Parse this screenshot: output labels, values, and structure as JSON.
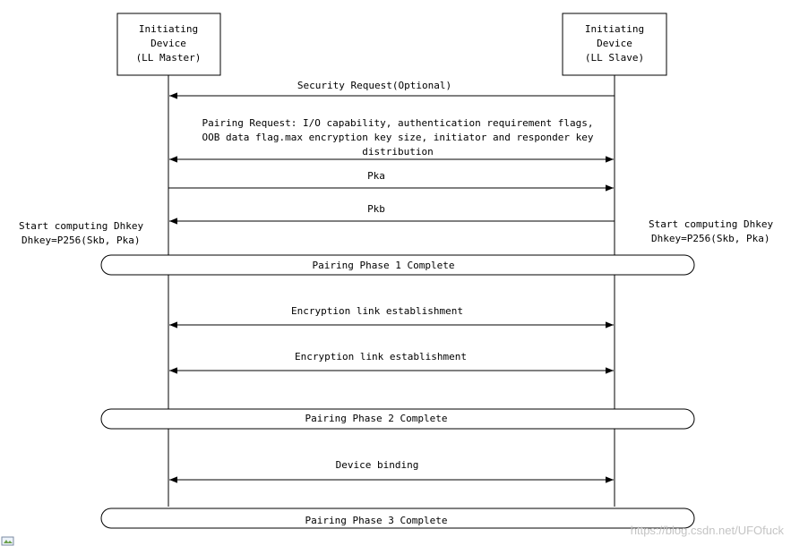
{
  "participants": {
    "master": {
      "lines": [
        "Initiating",
        "Device",
        "(LL Master)"
      ]
    },
    "slave": {
      "lines": [
        "Initiating",
        "Device",
        "(LL Slave)"
      ]
    }
  },
  "messages": {
    "security_request": {
      "label": "Security Request(Optional)",
      "direction": "slave-to-master"
    },
    "pairing_request": {
      "lines": [
        "Pairing Request: I/O capability, authentication requirement flags,",
        "OOB data flag.max encryption key size, initiator and responder key",
        "distribution"
      ],
      "direction": "bidirectional"
    },
    "pka": {
      "label": "Pka",
      "direction": "master-to-slave"
    },
    "pkb": {
      "label": "Pkb",
      "direction": "slave-to-master"
    },
    "encryption_1": {
      "label": "Encryption link establishment",
      "direction": "bidirectional"
    },
    "encryption_2": {
      "label": "Encryption link establishment",
      "direction": "bidirectional"
    },
    "device_binding": {
      "label": "Device binding",
      "direction": "bidirectional"
    }
  },
  "notes": {
    "master": {
      "line1": "Start computing Dhkey",
      "line2": "Dhkey=P256(Skb, Pka)"
    },
    "slave": {
      "line1": "Start computing Dhkey",
      "line2": "Dhkey=P256(Skb, Pka)"
    }
  },
  "phases": {
    "phase1": "Pairing Phase 1 Complete",
    "phase2": "Pairing Phase 2 Complete",
    "phase3": "Pairing Phase 3 Complete"
  },
  "watermark": "https://blog.csdn.net/UFOfuck"
}
